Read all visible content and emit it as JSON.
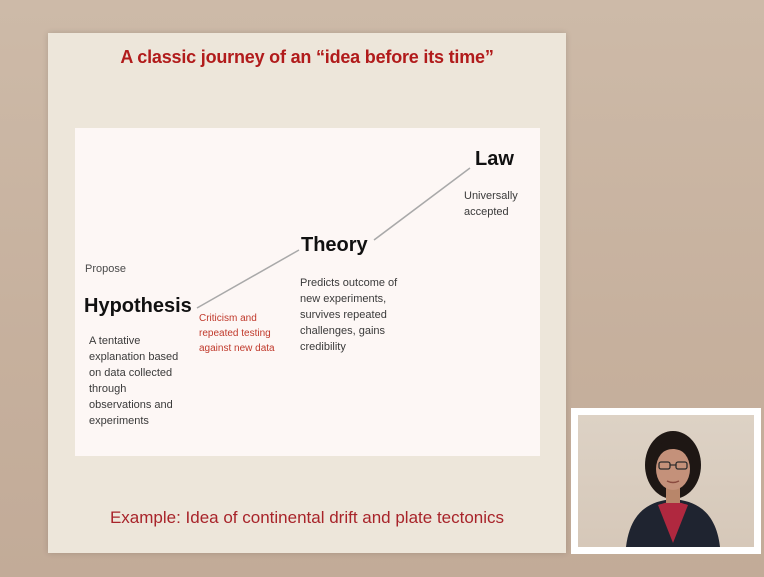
{
  "slide": {
    "title": "A classic journey of an “idea before its time”",
    "stages": {
      "propose_label": "Propose",
      "hypothesis": {
        "title": "Hypothesis",
        "description": "A tentative explanation based on data collected through observations and experiments"
      },
      "transition_note": "Criticism and repeated testing against new data",
      "theory": {
        "title": "Theory",
        "description": "Predicts outcome of new experiments, survives repeated challenges, gains credibility"
      },
      "law": {
        "title": "Law",
        "description": "Universally accepted"
      }
    },
    "example": "Example: Idea of continental drift and plate tectonics"
  },
  "colors": {
    "title_red": "#b11b1b",
    "note_red": "#c0392b",
    "slide_bg": "#ede6da",
    "panel_bg": "#fdf7f5"
  }
}
